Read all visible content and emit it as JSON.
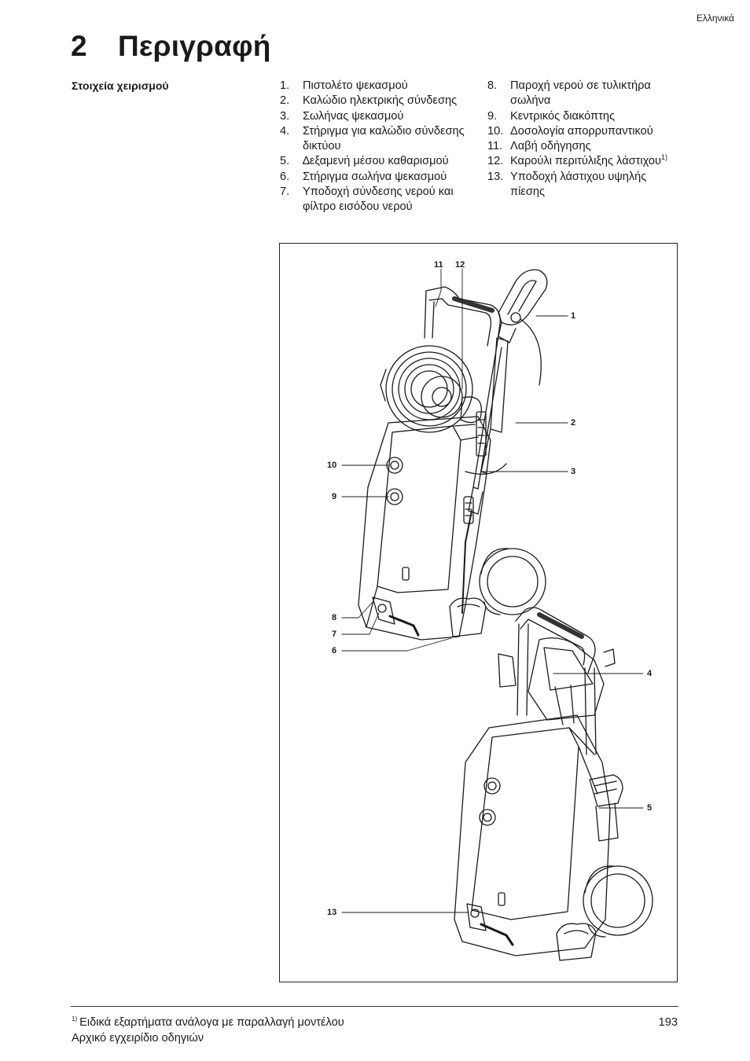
{
  "header": {
    "language": "Ελληνικά"
  },
  "chapter": {
    "number": "2",
    "title": "Περιγραφή"
  },
  "section": {
    "label": "Στοιχεία χειρισμού"
  },
  "items_col1": [
    {
      "n": "1.",
      "text": "Πιστολέτο ψεκασμού"
    },
    {
      "n": "2.",
      "text": "Καλώδιο ηλεκτρικής σύνδεσης"
    },
    {
      "n": "3.",
      "text": "Σωλήνας ψεκασμού"
    },
    {
      "n": "4.",
      "text": "Στήριγμα για καλώδιο σύνδεσης δικτύου"
    },
    {
      "n": "5.",
      "text": "∆εξαμενή μέσου καθαρισμού"
    },
    {
      "n": "6.",
      "text": "Στήριγμα σωλήνα ψεκασμού"
    },
    {
      "n": "7.",
      "text": "Υποδοχή σύνδεσης νερού και φίλτρο εισόδου νερού"
    }
  ],
  "items_col2": [
    {
      "n": "8.",
      "text": "Παροχή νερού σε τυλικτήρα σωλήνα"
    },
    {
      "n": "9.",
      "text": "Κεντρικός διακόπτης"
    },
    {
      "n": "10.",
      "text": "Δοσολογία απορρυπαντικού"
    },
    {
      "n": "11.",
      "text": "Λαβή οδήγησης"
    },
    {
      "n": "12.",
      "text": "Καρούλι περιτύλιξης λάστιχου",
      "sup": "1)"
    },
    {
      "n": "13.",
      "text": "Υποδοχή λάστιχου υψηλής πίεσης"
    }
  ],
  "figure": {
    "callouts": {
      "c1": "1",
      "c2": "2",
      "c3": "3",
      "c4": "4",
      "c5": "5",
      "c6": "6",
      "c7": "7",
      "c8": "8",
      "c9": "9",
      "c10": "10",
      "c11": "11",
      "c12": "12",
      "c13": "13"
    }
  },
  "footer": {
    "footnote_mark": "1)",
    "footnote_text": "Ειδικά εξαρτήματα ανάλογα με παραλλαγή μοντέλου",
    "page_number": "193",
    "manual_title": "Αρχικό εγχειρίδιο οδηγιών"
  }
}
